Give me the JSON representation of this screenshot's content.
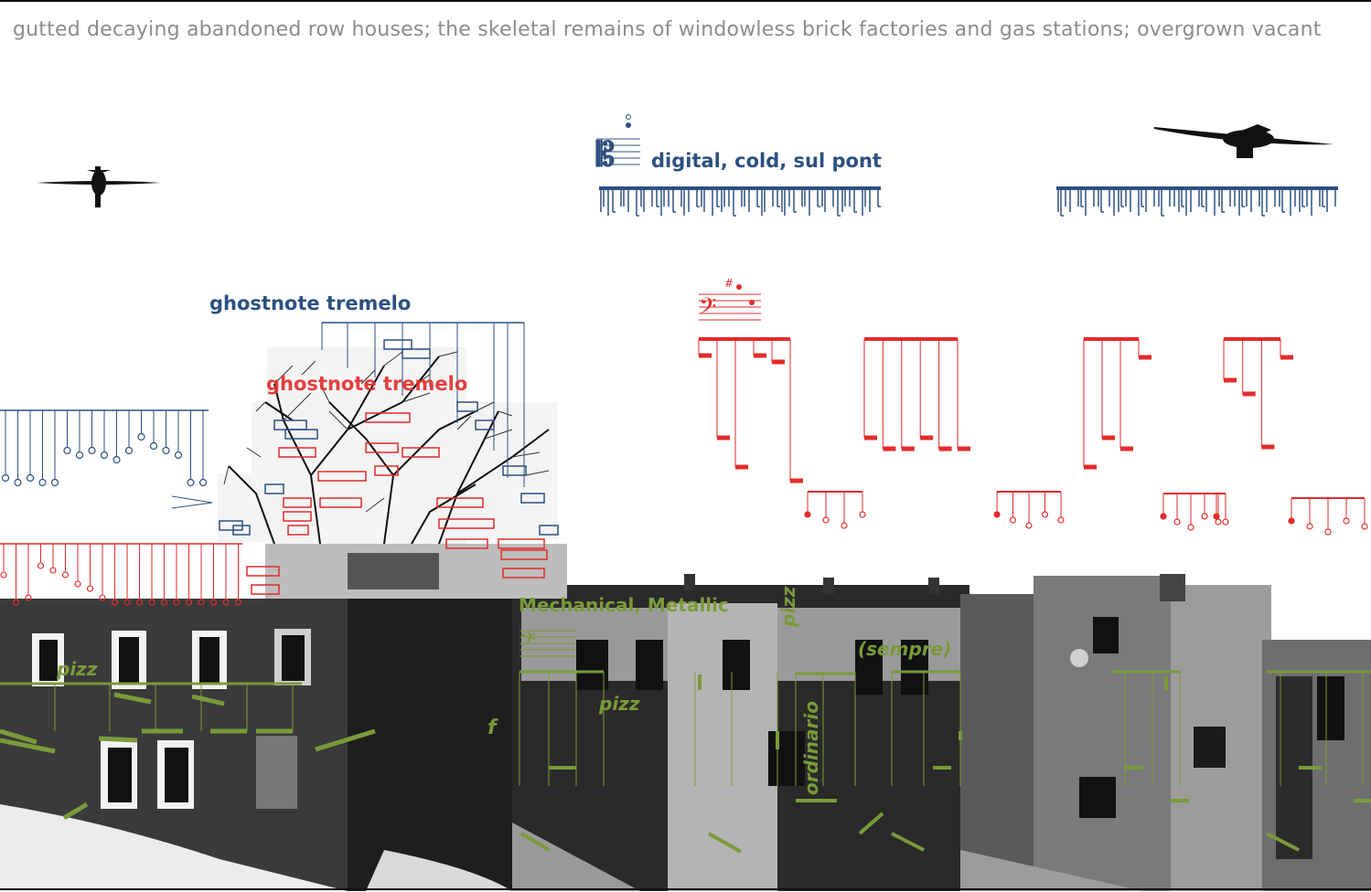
{
  "caption": "gutted decaying abandoned row houses; the skeletal remains of windowless brick factories and gas stations; overgrown vacant",
  "labels": {
    "digital": "digital, cold, sul pont",
    "ghostnote_blue": "ghostnote tremelo",
    "ghostnote_red": "ghostnote tremelo",
    "mechanical": "Mechanical, Metallic",
    "pizz_1": "pizz",
    "pizz_2": "pizz",
    "pizz_3": "pizz",
    "sempre": "(sempre)",
    "dynamic_f": "f",
    "ordinario": "ordinario"
  },
  "colors": {
    "blue": "#2d5080",
    "red": "#e32b2b",
    "green": "#7a9a3a",
    "caption": "#8c8c8c"
  },
  "icons": [
    "drone-icon",
    "drone-icon",
    "alto-clef-icon",
    "bass-clef-icon",
    "bass-clef-icon"
  ]
}
